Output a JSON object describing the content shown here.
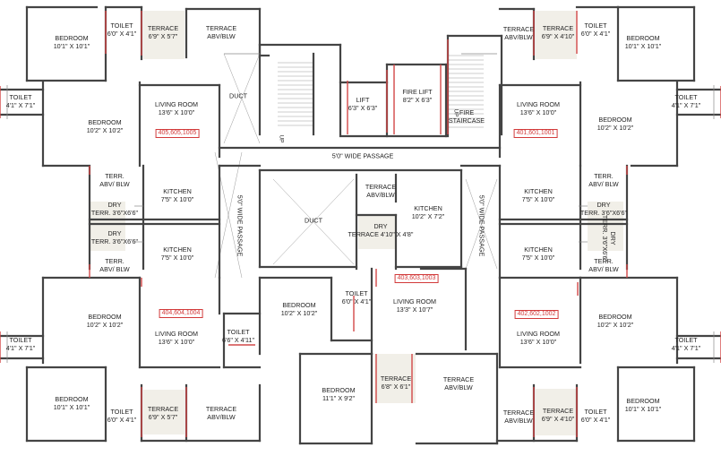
{
  "colors": {
    "wall": "#444444",
    "opening": "#d24848",
    "terrace_fill": "#f1efe8",
    "tag": "#d23a3a"
  },
  "rooms": [
    {
      "name": "BEDROOM",
      "dims": "10'1\" X 10'1\""
    },
    {
      "name": "TOILET",
      "dims": "6'0\" X 4'1\""
    },
    {
      "name": "TERRACE",
      "dims": "6'9\" X 5'7\""
    },
    {
      "name": "TERRACE",
      "dims": "ABV/BLW"
    },
    {
      "name": "TOILET",
      "dims": "4'1\" X 7'1\""
    },
    {
      "name": "BEDROOM",
      "dims": "10'2\" X 10'2\""
    },
    {
      "name": "LIVING ROOM",
      "dims": "13'6\" X 10'0\""
    },
    {
      "name": "DUCT",
      "dims": ""
    },
    {
      "name": "LIFT",
      "dims": "6'3\" X 6'3\""
    },
    {
      "name": "FIRE LIFT",
      "dims": "8'2\" X 6'3\""
    },
    {
      "name": "FIRE",
      "dims": "STAIRCASE"
    },
    {
      "name": "TERRACE",
      "dims": "ABV/BLW"
    },
    {
      "name": "TERRACE",
      "dims": "6'9\" X 4'10\""
    },
    {
      "name": "TOILET",
      "dims": "6'0\" X 4'1\""
    },
    {
      "name": "BEDROOM",
      "dims": "10'1\" X 10'1\""
    },
    {
      "name": "LIVING ROOM",
      "dims": "13'6\" X 10'0\""
    },
    {
      "name": "TOILET",
      "dims": "4'1\" X 7'1\""
    },
    {
      "name": "BEDROOM",
      "dims": "10'2\" X 10'2\""
    },
    {
      "name": "5'0\" WIDE PASSAGE",
      "dims": ""
    },
    {
      "name": "TERR.",
      "dims": "ABV/ BLW"
    },
    {
      "name": "DRY",
      "dims": "TERR. 3'6\"X6'6\""
    },
    {
      "name": "KITCHEN",
      "dims": "7'5\" X 10'0\""
    },
    {
      "name": "DRY",
      "dims": "TERR. 3'6\"X6'6\""
    },
    {
      "name": "TERR.",
      "dims": "ABV/ BLW"
    },
    {
      "name": "KITCHEN",
      "dims": "7'5\" X 10'0\""
    },
    {
      "name": "TERRACE",
      "dims": "ABV/BLW"
    },
    {
      "name": "DUCT",
      "dims": ""
    },
    {
      "name": "KITCHEN",
      "dims": "10'2\" X 7'2\""
    },
    {
      "name": "DRY",
      "dims": "TERRACE 4'10\" X 4'8\""
    },
    {
      "name": "KITCHEN",
      "dims": "7'5\" X 10'0\""
    },
    {
      "name": "TERR.",
      "dims": "ABV/ BLW"
    },
    {
      "name": "DRY",
      "dims": "TERR. 3'6\"X6'6\""
    },
    {
      "name": "KITCHEN",
      "dims": "7'5\" X 10'0\""
    },
    {
      "name": "DRY",
      "dims": "TERR. 3'6\"X6'6\""
    },
    {
      "name": "TERR.",
      "dims": "ABV/ BLW"
    },
    {
      "name": "BEDROOM",
      "dims": "10'2\" X 10'2\""
    },
    {
      "name": "LIVING ROOM",
      "dims": "13'6\" X 10'0\""
    },
    {
      "name": "TOILET",
      "dims": "4'1\" X 7'1\""
    },
    {
      "name": "BEDROOM",
      "dims": "10'1\" X 10'1\""
    },
    {
      "name": "TOILET",
      "dims": "6'0\" X 4'1\""
    },
    {
      "name": "TERRACE",
      "dims": "6'9\" X 5'7\""
    },
    {
      "name": "TERRACE",
      "dims": "ABV/BLW"
    },
    {
      "name": "TOILET",
      "dims": "6'6\" X 4'11\""
    },
    {
      "name": "BEDROOM",
      "dims": "10'2\" X 10'2\""
    },
    {
      "name": "TOILET",
      "dims": "6'0\" X 4'1\""
    },
    {
      "name": "LIVING ROOM",
      "dims": "13'3\" X 10'7\""
    },
    {
      "name": "BEDROOM",
      "dims": "11'1\" X 9'2\""
    },
    {
      "name": "TERRACE",
      "dims": "6'8\" X 6'1\""
    },
    {
      "name": "TERRACE",
      "dims": "ABV/BLW"
    },
    {
      "name": "LIVING ROOM",
      "dims": "13'6\" X 10'0\""
    },
    {
      "name": "BEDROOM",
      "dims": "10'2\" X 10'2\""
    },
    {
      "name": "TOILET",
      "dims": "4'1\" X 7'1\""
    },
    {
      "name": "TERRACE",
      "dims": "ABV/BLW"
    },
    {
      "name": "TERRACE",
      "dims": "6'9\" X 4'10\""
    },
    {
      "name": "TOILET",
      "dims": "6'0\" X 4'1\""
    },
    {
      "name": "BEDROOM",
      "dims": "10'1\" X 10'1\""
    }
  ],
  "passages": [
    {
      "name": "5'0\" WIDE PASSAGE"
    },
    {
      "name": "5'0\" WIDE PASSAGE"
    }
  ],
  "unit_tags": [
    {
      "text": "405,605,1005"
    },
    {
      "text": "401,601,1001"
    },
    {
      "text": "404,604,1004"
    },
    {
      "text": "403,603,1003"
    },
    {
      "text": "402,602,1002"
    }
  ],
  "up_marks": [
    {
      "text": "UP"
    },
    {
      "text": "UP"
    }
  ]
}
